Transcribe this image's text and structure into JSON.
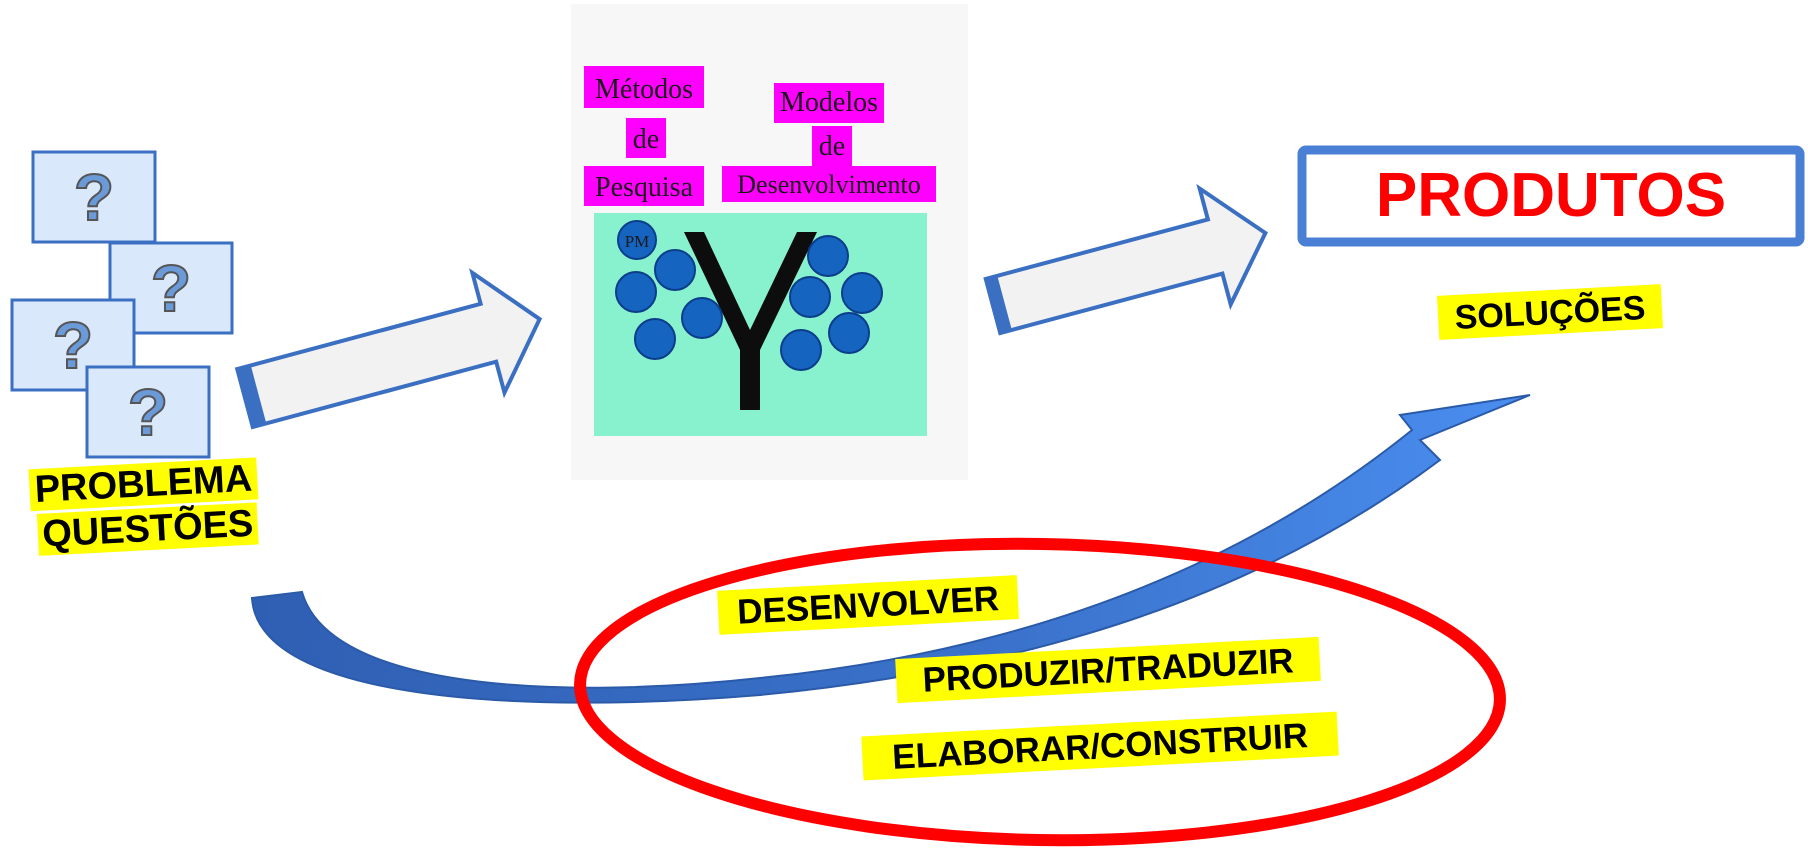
{
  "problem": {
    "line1": "PROBLEMA",
    "line2": "QUESTÕES",
    "card_glyph": "?"
  },
  "methods": {
    "line1": "Métodos",
    "line2": "de",
    "line3": "Pesquisa"
  },
  "models": {
    "line1": "Modelos",
    "line2": "de",
    "line3": "Desenvolvimento"
  },
  "tree": {
    "node_label": "PM",
    "letter": "Y"
  },
  "products": {
    "title": "PRODUTOS",
    "subtitle": "SOLUÇÕES"
  },
  "actions": [
    "DESENVOLVER",
    "PRODUZIR/TRADUZIR",
    "ELABORAR/CONSTRUIR"
  ],
  "colors": {
    "highlight_yellow": "#ffff00",
    "highlight_magenta": "#ff00ff",
    "products_red": "#ff0000",
    "box_blue": "#4a7fd6",
    "curve_blue": "#3b73cc",
    "panel_green": "#88f2cf",
    "node_blue": "#1565c0"
  }
}
